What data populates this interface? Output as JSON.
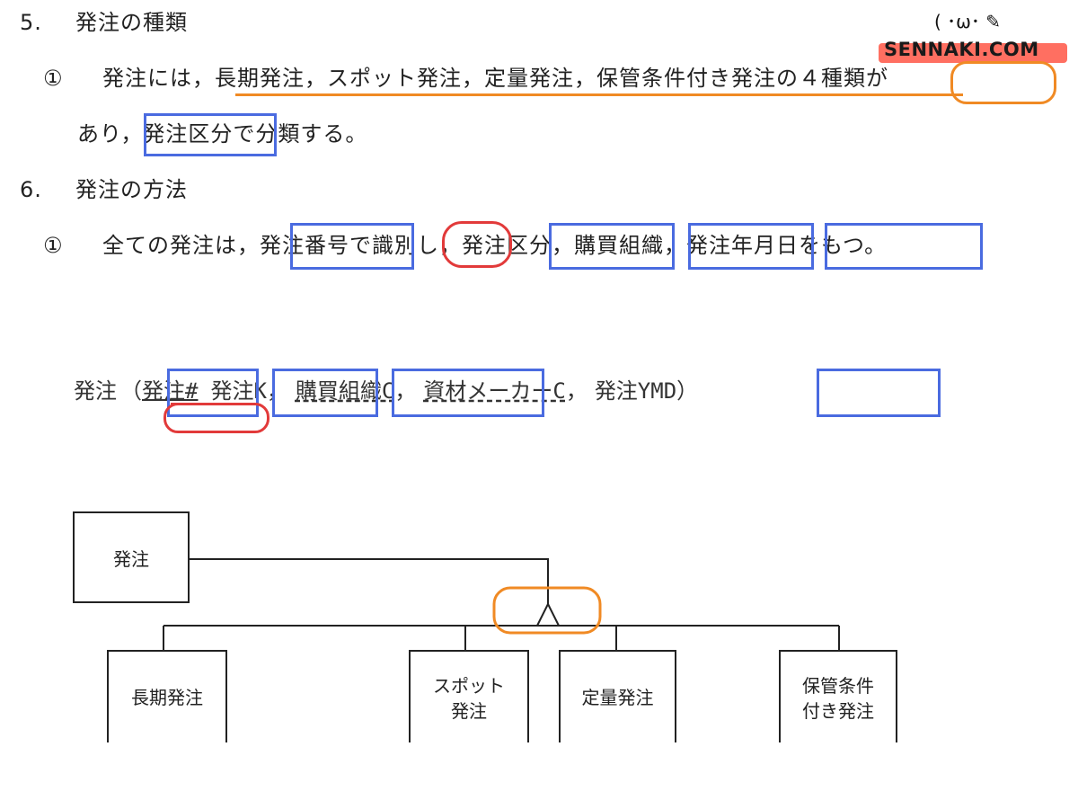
{
  "watermark": {
    "face": "( ･ω･ ✎",
    "text": "SENNAKI.COM"
  },
  "section5": {
    "heading_num": "5.",
    "heading": "発注の種類",
    "item_marker": "①",
    "line1": "発注には，長期発注，スポット発注，定量発注，保管条件付き発注の４種類が",
    "line2": "あり，発注区分で分類する。"
  },
  "section6": {
    "heading_num": "6.",
    "heading": "発注の方法",
    "item_marker": "①",
    "line1": "全ての発注は，発注番号で識別し，発注区分，購買組織，発注年月日をもつ。"
  },
  "entity": {
    "name": "発注",
    "open": "（",
    "attr1": "発注#",
    "sep": "，",
    "attr2": "発注K",
    "attr3": "購買組織C",
    "attr4": "資材メーカーC",
    "attr5": "発注YMD",
    "close": "）"
  },
  "diagram": {
    "parent": "発注",
    "child1": "長期発注",
    "child2_line1": "スポット",
    "child2_line2": "発注",
    "child3": "定量発注",
    "child4_line1": "保管条件",
    "child4_line2": "付き発注"
  },
  "colors": {
    "blue_box": "#4a6be0",
    "red_mark": "#e23a3a",
    "orange_mark": "#f08a24",
    "logo_bar": "#ff6f61"
  }
}
